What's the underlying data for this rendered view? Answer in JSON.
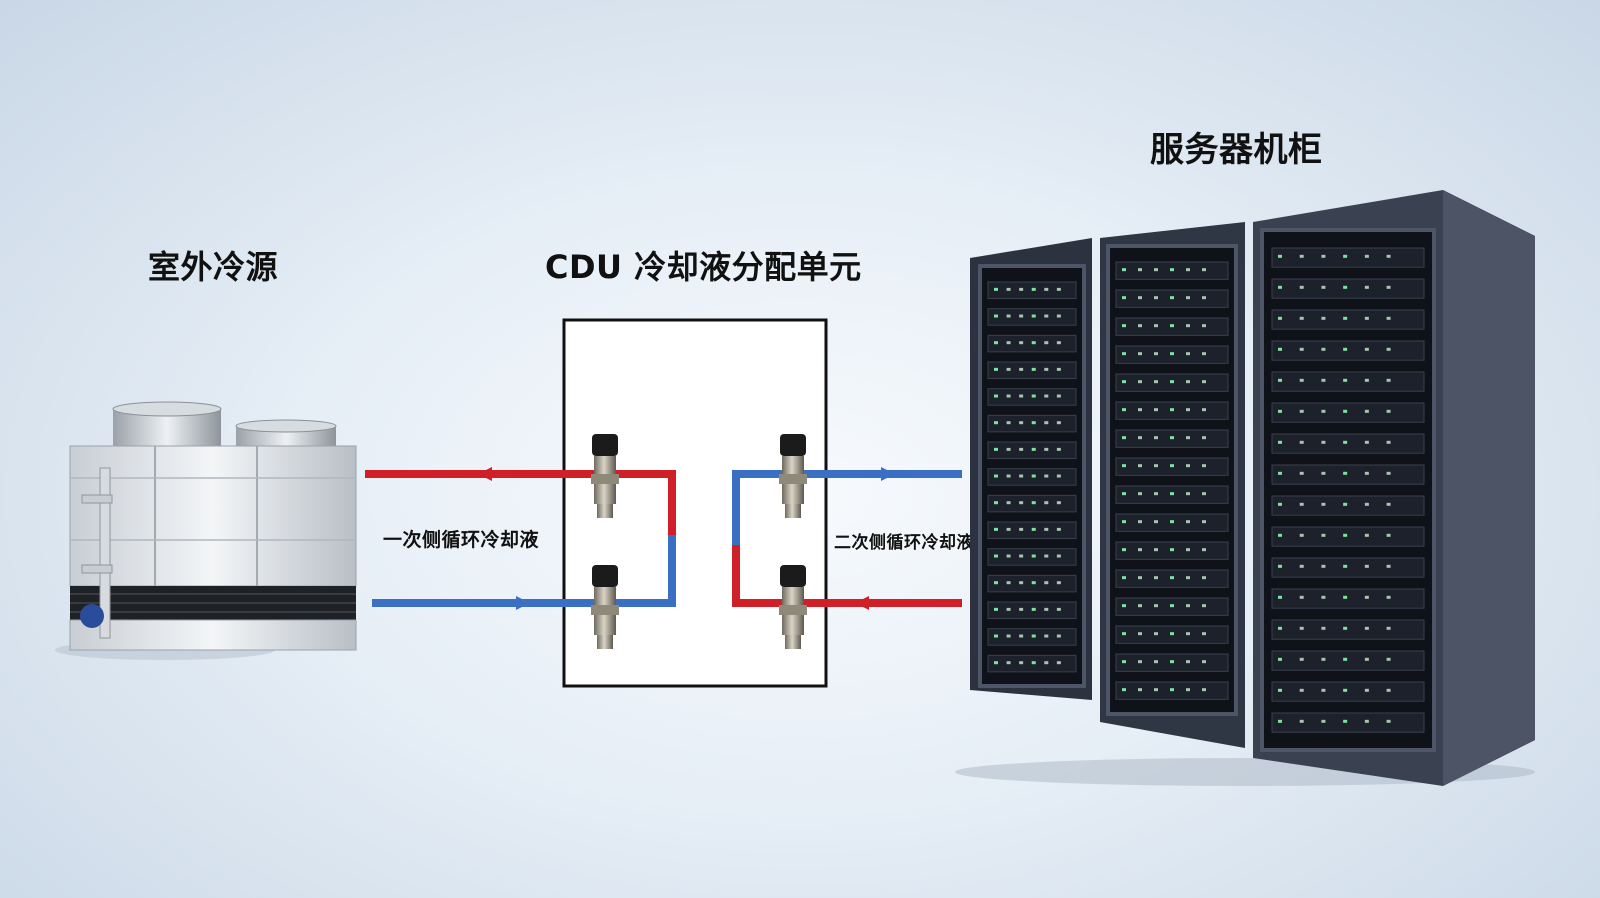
{
  "labels": {
    "outdoor_source": "室外冷源",
    "cdu": "CDU 冷却液分配单元",
    "server_cabinet": "服务器机柜",
    "primary_loop": "一次侧循环冷却液",
    "secondary_loop": "二次侧循环冷却液"
  },
  "colors": {
    "hot_pipe": "#d01f26",
    "cold_pipe": "#3a6fc4",
    "cdu_border": "#111111",
    "cabinet_body": "#3a4150"
  },
  "icons": {
    "outdoor_unit": "cooling-tower-icon",
    "sensor": "pressure-sensor-icon",
    "cabinet": "server-rack-icon"
  }
}
